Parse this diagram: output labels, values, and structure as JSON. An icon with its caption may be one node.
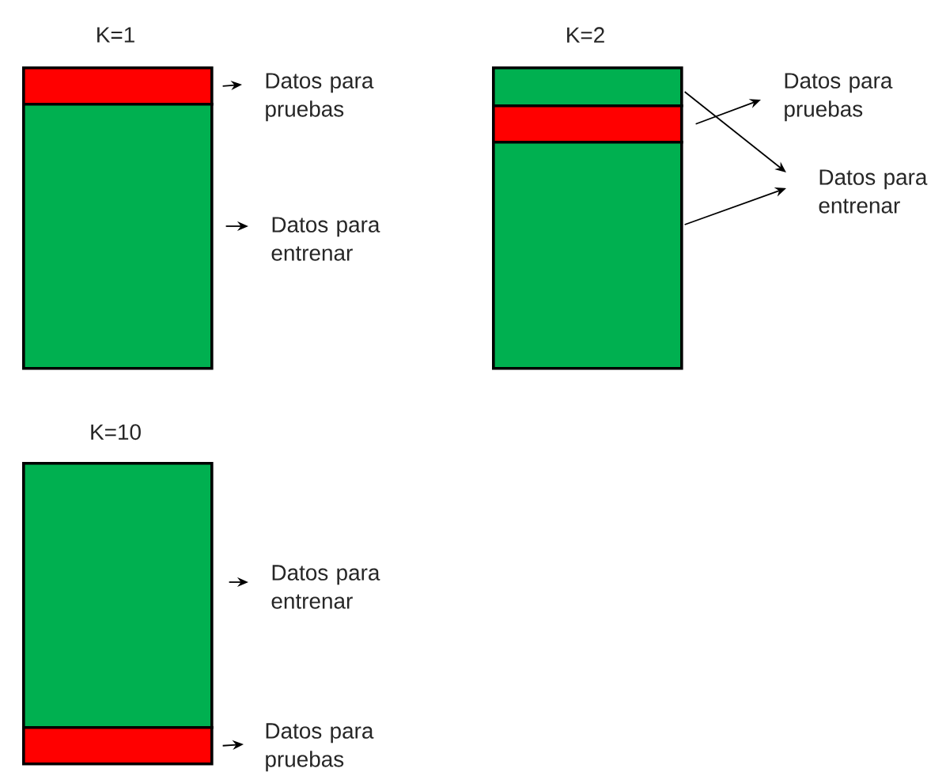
{
  "diagram": {
    "nodes": [
      {
        "text": [],
        "shape": "bar"
      },
      {
        "text": [],
        "shape": "bar"
      },
      {
        "text": [
          "Datos para pruebas"
        ]
      },
      {
        "text": [
          "Datos para entrenar"
        ]
      },
      {
        "text": [],
        "shape": "bar"
      },
      {
        "text": [],
        "shape": "bar"
      },
      {
        "text": [],
        "shape": "bar"
      },
      {
        "text": [
          "Datos para pruebas"
        ]
      },
      {
        "text": [
          "Datos para entrenar"
        ]
      },
      {
        "text": [],
        "shape": "bar"
      },
      {
        "text": [
          "Datos para entrenar"
        ]
      },
      {
        "text": [],
        "shape": "bar"
      },
      {
        "text": [
          "Datos para pruebas"
        ]
      }
    ],
    "edges": [
      {
        "from": 0,
        "to": 2,
        "arrow": "to"
      },
      {
        "from": 1,
        "to": 3,
        "arrow": "to"
      },
      {
        "from": 4,
        "to": 8,
        "arrow": "to"
      },
      {
        "from": 5,
        "to": 7,
        "arrow": "to"
      },
      {
        "from": 6,
        "to": 8,
        "arrow": "to"
      },
      {
        "from": 9,
        "to": 10,
        "arrow": "to"
      },
      {
        "from": 11,
        "to": 12,
        "arrow": "to"
      }
    ],
    "labels": [
      "K=1",
      "K=2",
      "K=10"
    ]
  }
}
